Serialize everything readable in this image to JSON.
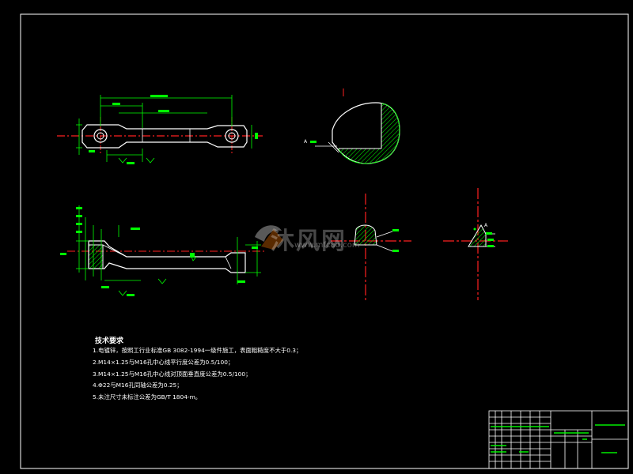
{
  "watermark": {
    "brand": "沐风网",
    "url": "www.mfcad.com"
  },
  "technical_requirements": {
    "title": "技术要求",
    "items": [
      "1.电镀锌，按照工行业标准GB 3082-1994一级件施工，表面粗糙度不大于0.3；",
      "2.M14×1.25与M16孔中心线平行度公差为0.5/100；",
      "3.M14×1.25与M16孔中心线对顶面垂直度公差为0.5/100；",
      "4.Φ22与M16孔同轴公差为0.25；",
      "5.未注尺寸未标注公差为GB/T 1804-m。"
    ]
  },
  "section_labels": [
    "A",
    "A"
  ],
  "colors": {
    "background": "#000000",
    "border": "#ffffff",
    "outline": "#00ff00",
    "centerline": "#ff2020",
    "dimension": "#00ff00",
    "hatch": "#00ff00",
    "text": "#ffffff"
  }
}
